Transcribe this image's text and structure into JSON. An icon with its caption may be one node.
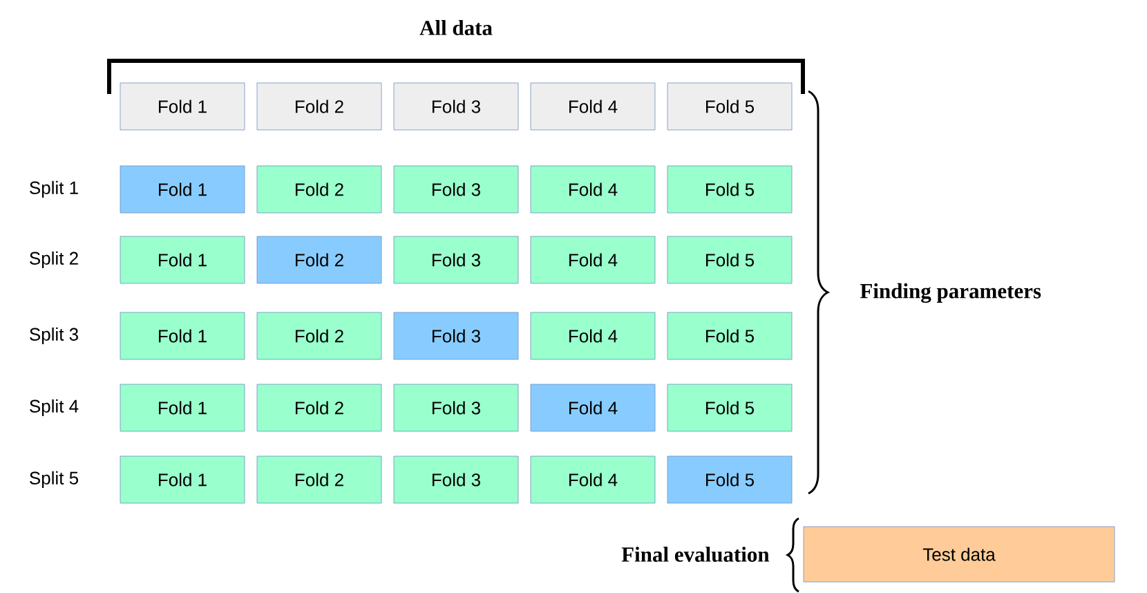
{
  "diagram": {
    "nodes": [
      {
        "text": [
          "Fold 1"
        ]
      },
      {
        "text": [
          "Fold 2"
        ]
      },
      {
        "text": [
          "Fold 3"
        ]
      },
      {
        "text": [
          "Fold 4"
        ]
      },
      {
        "text": [
          "Fold 5"
        ]
      },
      {
        "text": [
          "Fold 1"
        ]
      },
      {
        "text": [
          "Fold 2"
        ]
      },
      {
        "text": [
          "Fold 3"
        ]
      },
      {
        "text": [
          "Fold 4"
        ]
      },
      {
        "text": [
          "Fold 5"
        ]
      },
      {
        "text": [
          "Fold 1"
        ]
      },
      {
        "text": [
          "Fold 2"
        ]
      },
      {
        "text": [
          "Fold 3"
        ]
      },
      {
        "text": [
          "Fold 4"
        ]
      },
      {
        "text": [
          "Fold 5"
        ]
      },
      {
        "text": [
          "Fold 1"
        ]
      },
      {
        "text": [
          "Fold 2"
        ]
      },
      {
        "text": [
          "Fold 3"
        ]
      },
      {
        "text": [
          "Fold 4"
        ]
      },
      {
        "text": [
          "Fold 5"
        ]
      },
      {
        "text": [
          "Fold 1"
        ]
      },
      {
        "text": [
          "Fold 2"
        ]
      },
      {
        "text": [
          "Fold 3"
        ]
      },
      {
        "text": [
          "Fold 4"
        ]
      },
      {
        "text": [
          "Fold 5"
        ]
      },
      {
        "text": [
          "Fold 1"
        ]
      },
      {
        "text": [
          "Fold 2"
        ]
      },
      {
        "text": [
          "Fold 3"
        ]
      },
      {
        "text": [
          "Fold 4"
        ]
      },
      {
        "text": [
          "Fold 5"
        ]
      },
      {
        "text": [
          "Test data"
        ]
      }
    ],
    "labels": [
      "All data",
      "Split 1",
      "Split 2",
      "Split 3",
      "Split 4",
      "Split 5",
      "Finding parameters",
      "Final evaluation"
    ]
  }
}
